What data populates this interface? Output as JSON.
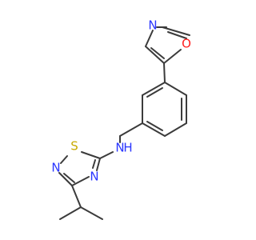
{
  "colors": {
    "bond": "#3b3b3b",
    "background": "#ffffff",
    "carbon": "#3b3b3b",
    "nitrogen": "#2a36ff",
    "oxygen": "#ff1e1e",
    "sulfur": "#c8aa00"
  },
  "molecule": {
    "atoms": {
      "ox_n": "N",
      "ox_o": "O",
      "nh": "N",
      "nh_h": "H",
      "td_s": "S",
      "td_n4": "N",
      "td_n2": "N"
    }
  }
}
